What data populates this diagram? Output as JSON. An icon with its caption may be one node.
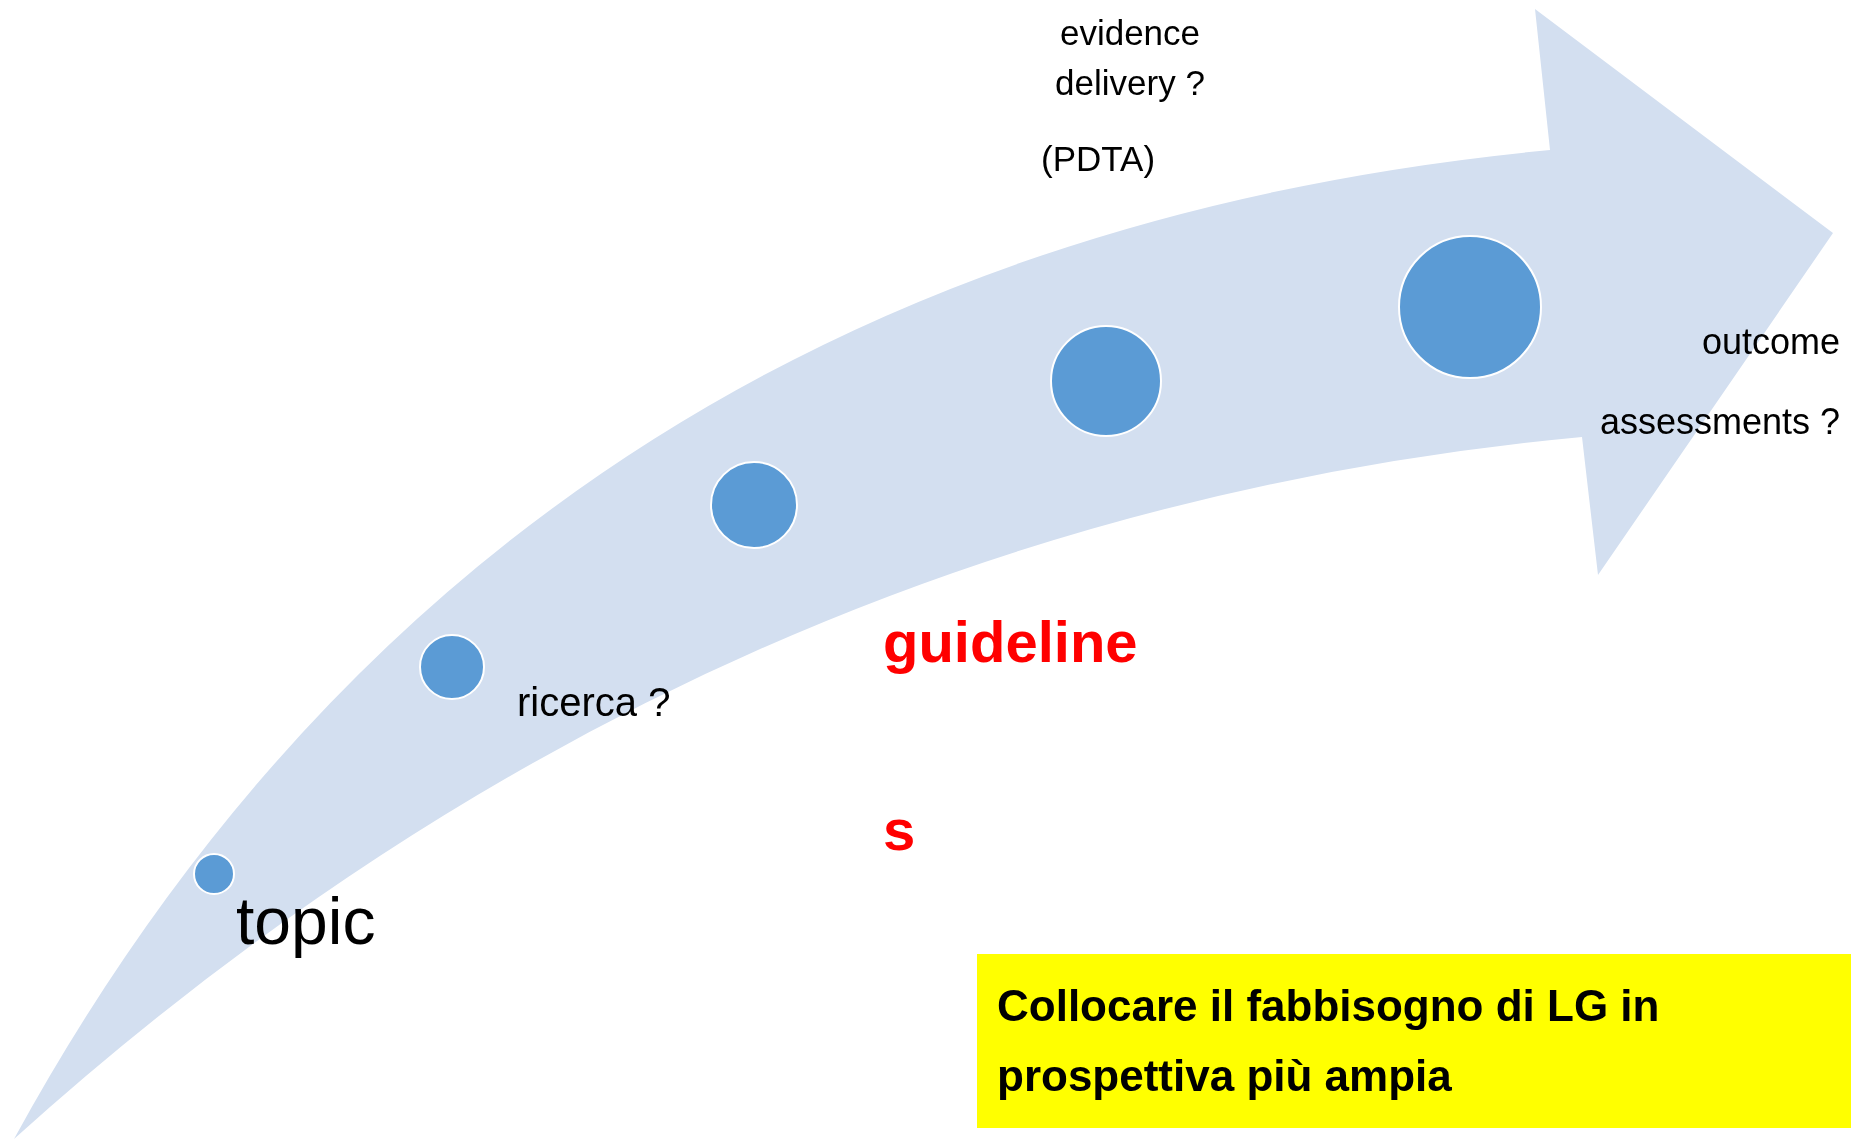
{
  "diagram": {
    "nodes": [
      {
        "text": [],
        "shape": "circle",
        "beside": [
          "topic"
        ]
      },
      {
        "text": [],
        "shape": "circle",
        "beside": [
          "ricerca ?"
        ]
      },
      {
        "text": [],
        "shape": "circle",
        "beside": [
          "guideline",
          "s"
        ]
      },
      {
        "text": [],
        "shape": "circle",
        "beside": [
          "evidence delivery ?",
          "(PDTA)"
        ]
      },
      {
        "text": [],
        "shape": "circle",
        "beside": [
          "outcome assessments ?"
        ]
      },
      {
        "text": [
          "Collocare il fabbisogno di LG in prospettiva più ampia"
        ]
      }
    ]
  }
}
